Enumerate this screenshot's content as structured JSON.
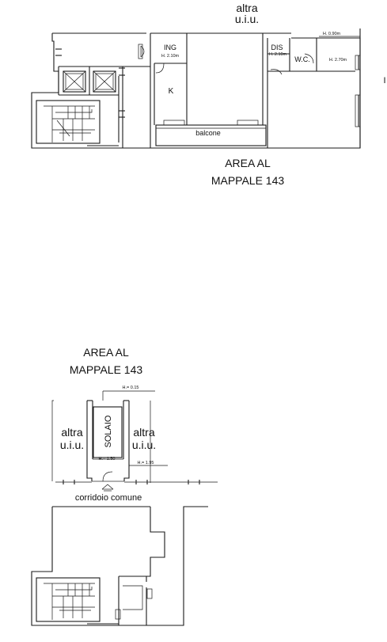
{
  "upper_plan": {
    "labels": {
      "adjacent_unit_top_line1": "altra",
      "adjacent_unit_top_line2": "u.i.u.",
      "height_top_right": "H. 0.90m",
      "ing": "ING",
      "ing_height": "H. 2.10m",
      "dis": "DIS",
      "dis_height": "H. 2.10m",
      "wc": "W.C.",
      "wc_height": "H. 2.70m",
      "kitchen": "K",
      "balcony": "balcone",
      "edge_mark": "I",
      "area_line1": "AREA AL",
      "area_line2": "MAPPALE 143"
    }
  },
  "lower_plan": {
    "labels": {
      "area_line1": "AREA AL",
      "area_line2": "MAPPALE 143",
      "height_top": "H.= 0.15",
      "solaio": "SOLAIO",
      "left_unit_line1": "altra",
      "left_unit_line2": "u.i.u.",
      "right_unit_line1": "altra",
      "right_unit_line2": "u.i.u.",
      "height_left": "H.= 1.50",
      "height_right": "H.= 1.95",
      "corridor": "corridoio comune"
    }
  }
}
